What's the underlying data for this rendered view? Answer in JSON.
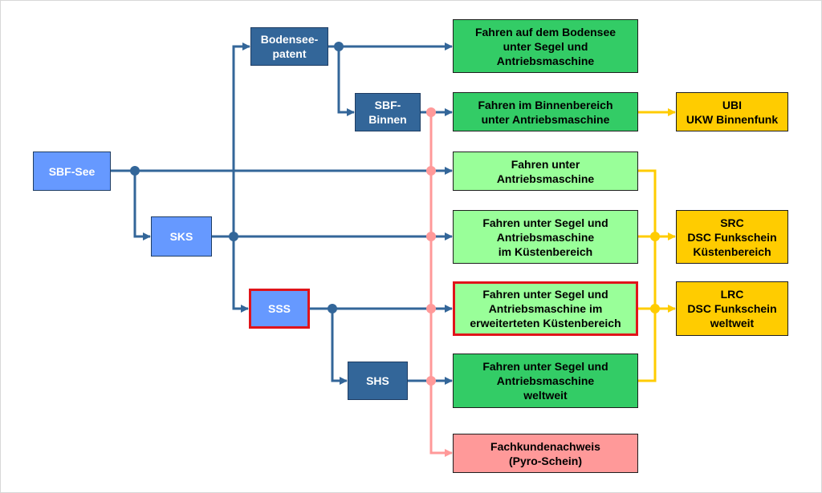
{
  "colors": {
    "license_light": "#6699ff",
    "license_dark": "#336699",
    "outcome_green": "#33cc66",
    "outcome_lightgreen": "#99ff99",
    "outcome_pink": "#ff9999",
    "radio_yellow": "#ffcc00",
    "wire_blue": "#336699",
    "wire_pink": "#ff9999",
    "wire_yellow": "#ffcc00",
    "highlight": "#e0141a"
  },
  "licenses": {
    "sbf_see": "SBF-See",
    "sks": "SKS",
    "bodensee": "Bodensee-\npatent",
    "sbf_binnen": "SBF-\nBinnen",
    "sss": "SSS",
    "shs": "SHS"
  },
  "outcomes": {
    "bodensee": "Fahren auf dem Bodensee\nunter Segel und\nAntriebsmaschine",
    "binnen": "Fahren im Binnenbereich\nunter Antriebsmaschine",
    "antrieb": "Fahren unter\nAntriebsmaschine",
    "kuesten": "Fahren unter Segel und\nAntriebsmaschine\nim Küstenbereich",
    "erweitert": "Fahren unter Segel und\nAntriebsmaschine im\nerweiterteten Küstenbereich",
    "weltweit": "Fahren unter Segel und\nAntriebsmaschine\nweltweit",
    "pyro": "Fachkundenachweis\n(Pyro-Schein)"
  },
  "radio": {
    "ubi": "UBI\nUKW Binnenfunk",
    "src": "SRC\nDSC Funkschein\nKüstenbereich",
    "lrc": "LRC\nDSC Funkschein\nweltweit"
  }
}
